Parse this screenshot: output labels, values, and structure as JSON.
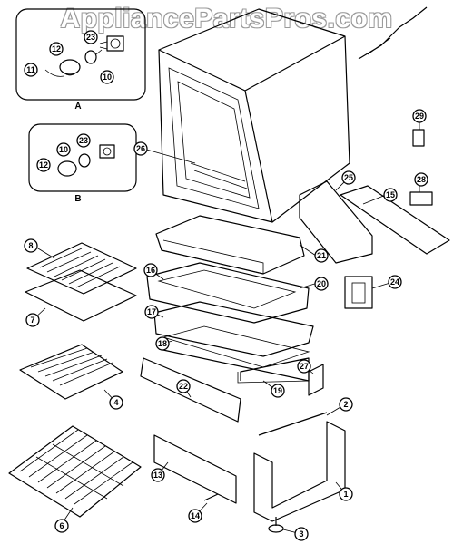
{
  "watermark": "AppliancePartsPros.com",
  "insets": [
    {
      "label": "A",
      "callouts": [
        "11",
        "12",
        "23",
        "10"
      ]
    },
    {
      "label": "B",
      "callouts": [
        "12",
        "10",
        "23"
      ]
    }
  ],
  "callouts": {
    "c1": "1",
    "c2": "2",
    "c3": "3",
    "c4": "4",
    "c6": "6",
    "c7": "7",
    "c8": "8",
    "c13": "13",
    "c14": "14",
    "c15": "15",
    "c16": "16",
    "c17": "17",
    "c18": "18",
    "c19": "19",
    "c20": "20",
    "c21": "21",
    "c22": "22",
    "c24": "24",
    "c25": "25",
    "c26": "26",
    "c27": "27",
    "c28": "28",
    "c29": "29",
    "a11": "11",
    "a12": "12",
    "a23": "23",
    "a10": "10",
    "b12": "12",
    "b10": "10",
    "b23": "23"
  }
}
